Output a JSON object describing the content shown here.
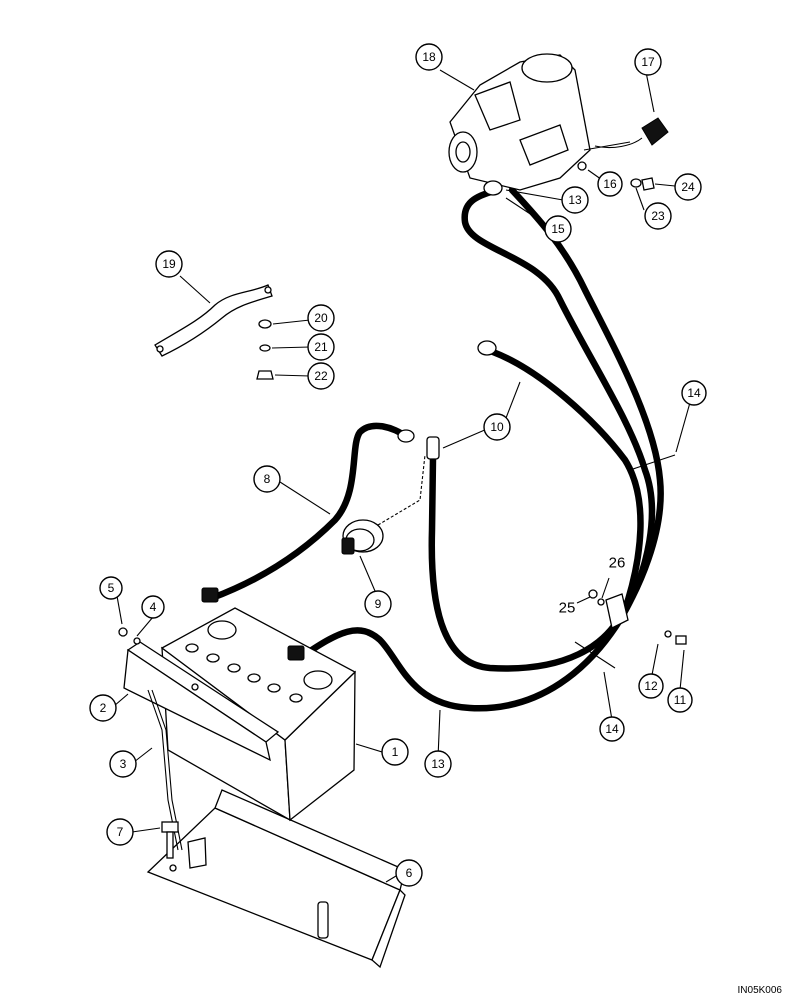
{
  "drawing_code": "IN05K006",
  "callouts": [
    {
      "id": "c1",
      "label": "1",
      "target": "battery"
    },
    {
      "id": "c2",
      "label": "2",
      "target": "hold-down-bracket"
    },
    {
      "id": "c3",
      "label": "3",
      "target": "j-bolt"
    },
    {
      "id": "c4",
      "label": "4",
      "target": "washer"
    },
    {
      "id": "c5",
      "label": "5",
      "target": "nut"
    },
    {
      "id": "c6",
      "label": "6",
      "target": "battery-tray"
    },
    {
      "id": "c7",
      "label": "7",
      "target": "bolt"
    },
    {
      "id": "c8",
      "label": "8",
      "target": "negative-cable"
    },
    {
      "id": "c9",
      "label": "9",
      "target": "disconnect-switch"
    },
    {
      "id": "c10",
      "label": "10",
      "target": "ground-cable"
    },
    {
      "id": "c11",
      "label": "11",
      "target": "bolt"
    },
    {
      "id": "c12",
      "label": "12",
      "target": "washer"
    },
    {
      "id": "c13a",
      "label": "13",
      "target": "positive-cable"
    },
    {
      "id": "c13b",
      "label": "13",
      "target": "positive-cable"
    },
    {
      "id": "c14a",
      "label": "14",
      "target": "cable-tie"
    },
    {
      "id": "c14b",
      "label": "14",
      "target": "cable-tie"
    },
    {
      "id": "c15",
      "label": "15",
      "target": "boot"
    },
    {
      "id": "c16",
      "label": "16",
      "target": "terminal"
    },
    {
      "id": "c17",
      "label": "17",
      "target": "connector"
    },
    {
      "id": "c18",
      "label": "18",
      "target": "starter"
    },
    {
      "id": "c19",
      "label": "19",
      "target": "ground-strap"
    },
    {
      "id": "c20",
      "label": "20",
      "target": "lock-washer"
    },
    {
      "id": "c21",
      "label": "21",
      "target": "flat-washer"
    },
    {
      "id": "c22",
      "label": "22",
      "target": "nut"
    },
    {
      "id": "c23",
      "label": "23",
      "target": "washer"
    },
    {
      "id": "c24",
      "label": "24",
      "target": "nut"
    }
  ],
  "free_labels": [
    {
      "id": "t25",
      "label": "25"
    },
    {
      "id": "t26",
      "label": "26"
    }
  ]
}
